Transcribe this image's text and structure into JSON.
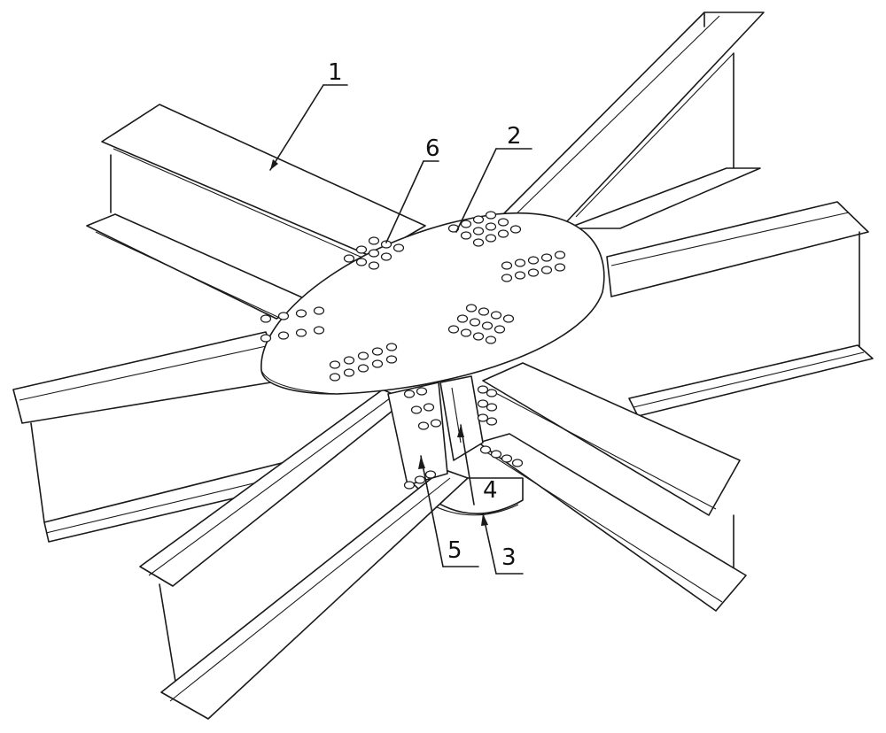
{
  "labels": {
    "part_1": "1",
    "part_2": "2",
    "part_3": "3",
    "part_4": "4",
    "part_5": "5",
    "part_6": "6"
  },
  "colors": {
    "line": "#1a1a1a",
    "paper": "#ffffff"
  }
}
